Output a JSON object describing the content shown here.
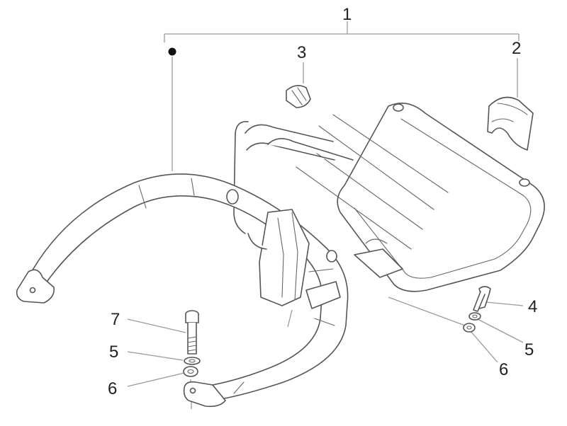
{
  "callouts": {
    "c1": "1",
    "c2": "2",
    "c3": "3",
    "c4": "4",
    "c5a": "5",
    "c5b": "5",
    "c6a": "6",
    "c6b": "6",
    "c7": "7"
  },
  "colors": {
    "line": "#555555",
    "leader": "#9a9a9a",
    "text": "#222222"
  }
}
